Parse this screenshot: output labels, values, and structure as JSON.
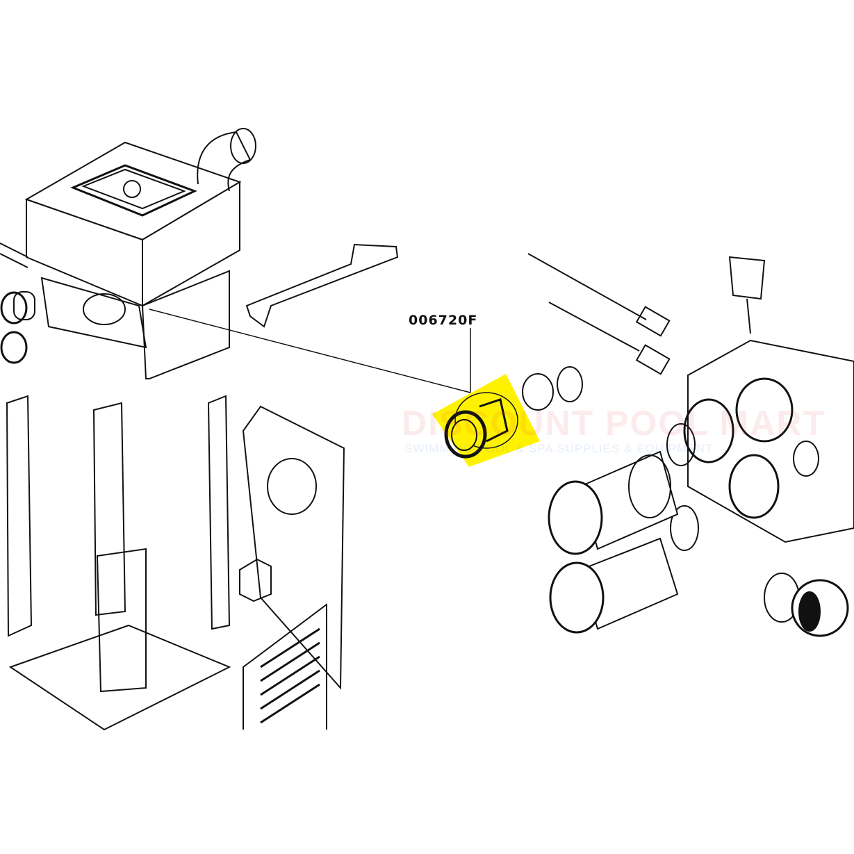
{
  "callout": {
    "part_number": "006720F"
  },
  "watermark": {
    "brand": "DISCOUNT POOL MART",
    "tagline": "SWIMMING POOL & SPA SUPPLIES & EQUIPMENT"
  },
  "colors": {
    "highlight": "#FFF200",
    "line": "#111111"
  }
}
